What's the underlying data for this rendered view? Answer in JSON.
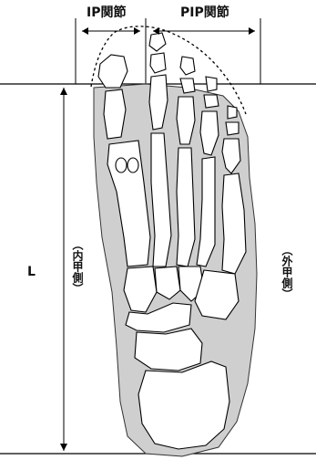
{
  "labels": {
    "ip_joint": "IP関節",
    "pip_joint": "PIP関節",
    "length": "L",
    "medial": "（内甲側）",
    "lateral": "（外甲側）"
  },
  "colors": {
    "sole_fill": "#cfcfcf",
    "bone_fill": "#ffffff",
    "line": "#000000"
  }
}
